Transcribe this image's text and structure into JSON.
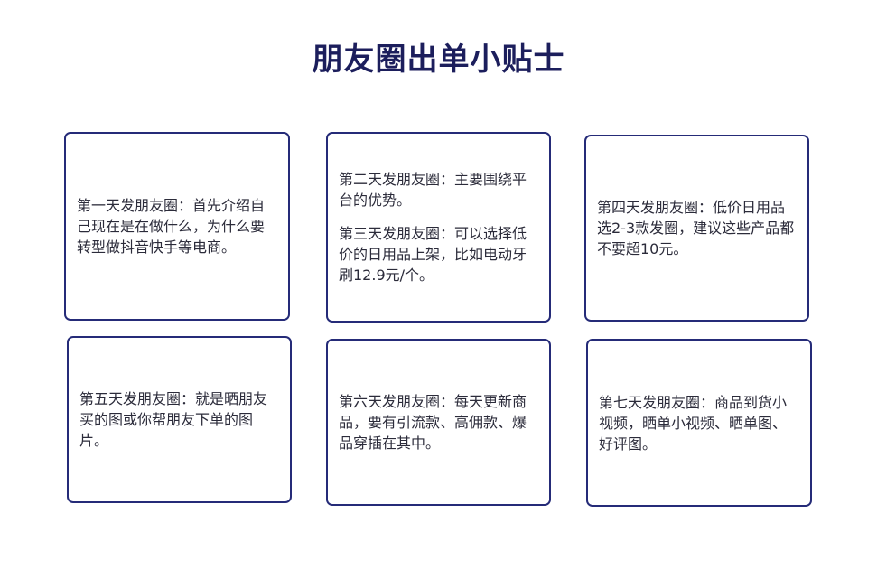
{
  "title": "朋友圈出单小贴士",
  "colors": {
    "title": "#1c1e5c",
    "card_border": "#252b78",
    "text": "#2b2b3a"
  },
  "cards": [
    {
      "paragraphs": [
        "第一天发朋友圈：首先介绍自己现在是在做什么，为什么要转型做抖音快手等电商。"
      ]
    },
    {
      "paragraphs": [
        "第二天发朋友圈：主要围绕平台的优势。",
        "第三天发朋友圈：可以选择低价的日用品上架，比如电动牙刷12.9元/个。"
      ]
    },
    {
      "paragraphs": [
        "第四天发朋友圈：低价日用品选2-3款发圈，建议这些产品都不要超10元。"
      ]
    },
    {
      "paragraphs": [
        "第五天发朋友圈：就是晒朋友买的图或你帮朋友下单的图片。"
      ]
    },
    {
      "paragraphs": [
        "第六天发朋友圈：每天更新商品，要有引流款、高佣款、爆品穿插在其中。"
      ]
    },
    {
      "paragraphs": [
        "第七天发朋友圈：商品到货小视频，晒单小视频、晒单图、好评图。"
      ]
    }
  ]
}
